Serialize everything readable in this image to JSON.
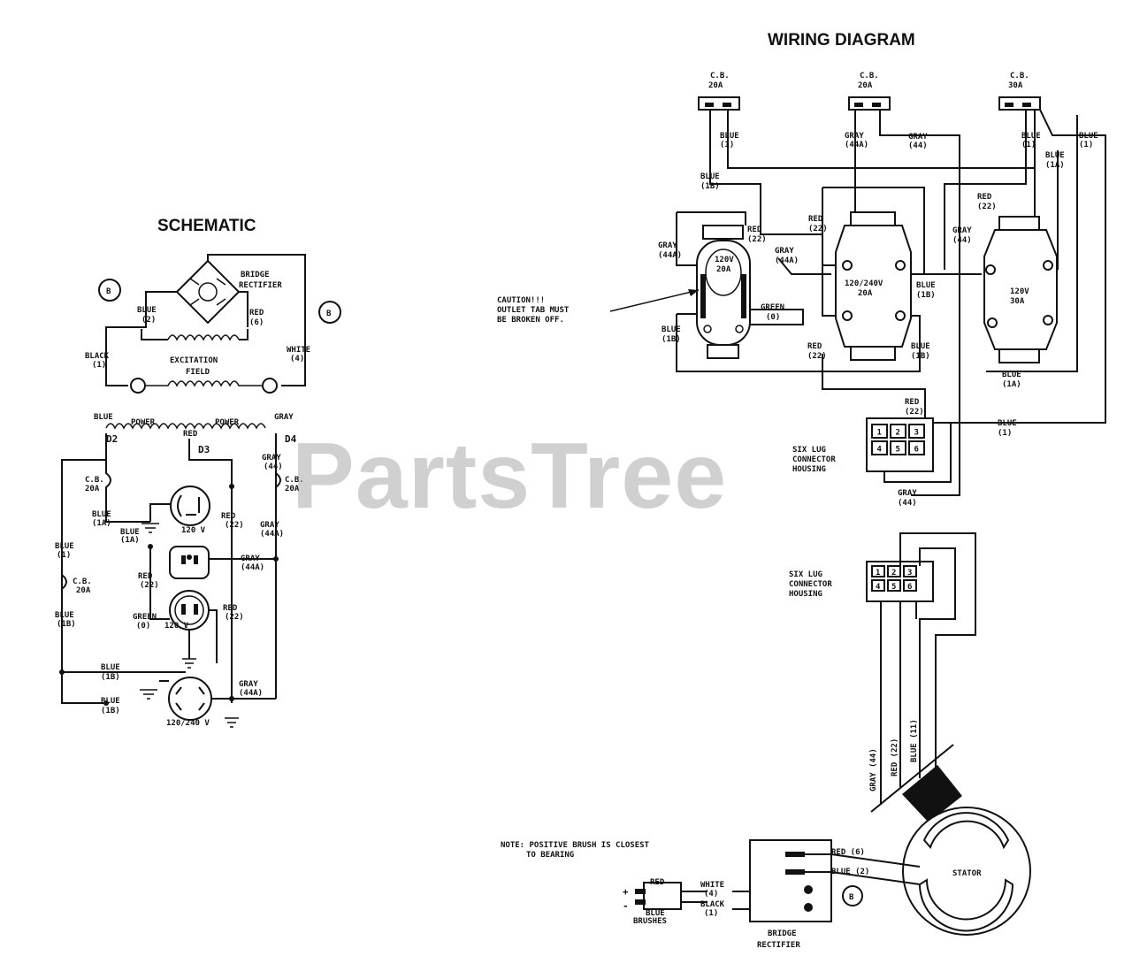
{
  "titles": {
    "wiring": "WIRING DIAGRAM",
    "schematic": "SCHEMATIC"
  },
  "watermark": "PartsTree",
  "wiring": {
    "breakers": [
      {
        "label": "C.B.",
        "rating": "20A"
      },
      {
        "label": "C.B.",
        "rating": "20A"
      },
      {
        "label": "C.B.",
        "rating": "30A"
      }
    ],
    "wire_labels": {
      "blue_1_cb1": [
        "BLUE",
        "(1)"
      ],
      "blue_1b": [
        "BLUE",
        "(1B)"
      ],
      "gray_44a_top": [
        "GRAY",
        "(44A)"
      ],
      "gray_44_top": [
        "GRAY",
        "(44)"
      ],
      "blue_1_cb3": [
        "BLUE",
        "(1)"
      ],
      "blue_1_right": [
        "BLUE",
        "(1)"
      ],
      "blue_1a_top": [
        "BLUE",
        "(1A)"
      ],
      "red_22_a": [
        "RED",
        "(22)"
      ],
      "gray_44a_left": [
        "GRAY",
        "(44A)"
      ],
      "red_22_b": [
        "RED",
        "(22)"
      ],
      "gray_44a_mid": [
        "GRAY",
        "(44A)"
      ],
      "red_22_c": [
        "RED",
        "(22)"
      ],
      "gray_44_mid": [
        "GRAY",
        "(44)"
      ],
      "green_0": [
        "GREEN",
        "(0)"
      ],
      "blue_1b_left": [
        "BLUE",
        "(1B)"
      ],
      "blue_1b_mid": [
        "BLUE",
        "(1B)"
      ],
      "red_22_d": [
        "RED",
        "(22)"
      ],
      "blue_1b_low": [
        "BLUE",
        "(1B)"
      ],
      "blue_1a_low": [
        "BLUE",
        "(1A)"
      ],
      "red_22_lug": [
        "RED",
        "(22)"
      ],
      "blue_1_lug": [
        "BLUE",
        "(1)"
      ],
      "gray_44_lug": [
        "GRAY",
        "(44)"
      ]
    },
    "outlets": [
      {
        "volts": "120V",
        "amps": "20A"
      },
      {
        "volts": "120/240V",
        "amps": "20A"
      },
      {
        "volts": "120V",
        "amps": "30A"
      }
    ],
    "caution": [
      "CAUTION!!!",
      "OUTLET TAB MUST",
      "BE BROKEN OFF."
    ],
    "connector_top": [
      "SIX LUG",
      "CONNECTOR",
      "HOUSING"
    ],
    "connector_bottom": [
      "SIX LUG",
      "CONNECTOR",
      "HOUSING"
    ],
    "lug_numbers": [
      "1",
      "2",
      "3",
      "4",
      "5",
      "6"
    ],
    "lead_labels": [
      "GRAY (44)",
      "RED (22)",
      "BLUE (11)"
    ],
    "stator_label": "STATOR",
    "note": [
      "NOTE: POSITIVE BRUSH IS CLOSEST",
      "TO BEARING"
    ],
    "brushes": {
      "red": "RED",
      "blue": "BLUE",
      "label": "BRUSHES",
      "plus": "+",
      "minus": "-"
    },
    "brush_wires": {
      "white": [
        "WHITE",
        "(4)"
      ],
      "black": [
        "BLACK",
        "(1)"
      ]
    },
    "stator_wires": {
      "red": "RED (6)",
      "blue": "BLUE (2)"
    },
    "bridge": [
      "BRIDGE",
      "RECTIFIER"
    ],
    "marker_b": "B"
  },
  "schematic": {
    "bridge": [
      "BRIDGE",
      "RECTIFIER"
    ],
    "blue_2": [
      "BLUE",
      "(2)"
    ],
    "red_6": [
      "RED",
      "(6)"
    ],
    "black_1": [
      "BLACK",
      "(1)"
    ],
    "white_4": [
      "WHITE",
      "(4)"
    ],
    "excitation": [
      "EXCITATION",
      "FIELD"
    ],
    "marker_b": "B",
    "blue_top": "BLUE",
    "power1": "POWER",
    "power2": "POWER",
    "gray_top": "GRAY",
    "red_top": "RED",
    "d2": "D2",
    "d3": "D3",
    "d4": "D4",
    "gray_44": [
      "GRAY",
      "(44)"
    ],
    "cb20_a": [
      "C.B.",
      "20A"
    ],
    "cb20_b": [
      "C.B.",
      "20A"
    ],
    "cb20_c": [
      "C.B.",
      "20A"
    ],
    "blue_1a": [
      "BLUE",
      "(1A)"
    ],
    "blue_1a2": [
      "BLUE",
      "(1A)"
    ],
    "v120_a": "120 V",
    "red_22_a": [
      "RED",
      "(22)"
    ],
    "gray_44a_a": [
      "GRAY",
      "(44A)"
    ],
    "blue_1_a": [
      "BLUE",
      "(1)"
    ],
    "gray_44a_b": [
      "GRAY",
      "(44A)"
    ],
    "red_22_b": [
      "RED",
      "(22)"
    ],
    "red_22_c": [
      "RED",
      "(22)"
    ],
    "green_0": [
      "GREEN",
      "(0)"
    ],
    "v120_b": "120 V",
    "blue_1b_a": [
      "BLUE",
      "(1B)"
    ],
    "blue_1b_b": [
      "BLUE",
      "(1B)"
    ],
    "gray_44a_c": [
      "GRAY",
      "(44A)"
    ],
    "blue_1b_c": [
      "BLUE",
      "(1B)"
    ],
    "v240": "120/240 V"
  }
}
